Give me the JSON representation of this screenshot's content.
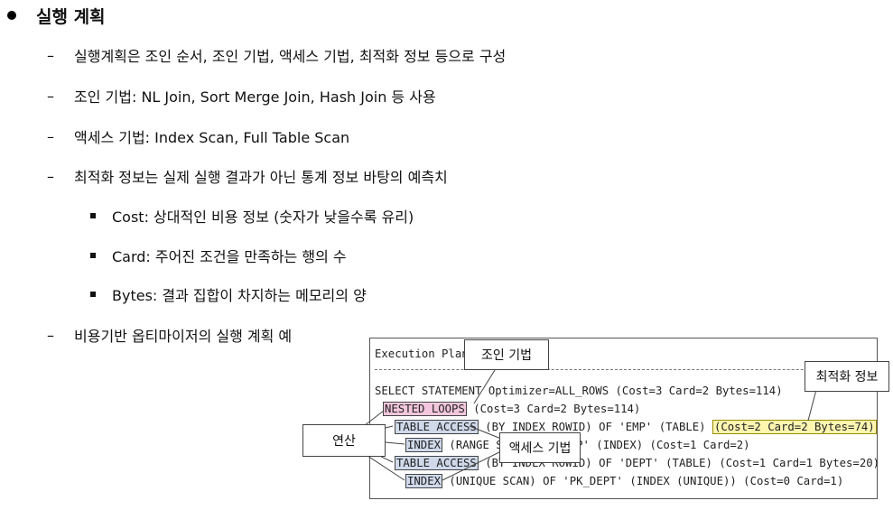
{
  "title": "실행 계획",
  "items": [
    "실행계획은 조인 순서, 조인 기법, 액세스 기법, 최적화 정보 등으로 구성",
    "조인 기법: NL Join, Sort Merge Join, Hash Join 등 사용",
    "액세스 기법: Index Scan, Full Table Scan",
    "최적화 정보는 실제 실행 결과가 아닌 통계 정보 바탕의 예측치"
  ],
  "subitems": [
    "Cost: 상대적인 비용 정보 (숫자가 낮을수록 유리)",
    "Card: 주어진 조건을 만족하는 행의 수",
    "Bytes: 결과 집합이 차지하는 메모리의 양"
  ],
  "example_label": "비용기반 옵티마이저의 실행 계획 예",
  "plan": {
    "header": "Execution Plan",
    "line1": "SELECT STATEMENT Optimizer=ALL_ROWS (Cost=3 Card=2 Bytes=114)",
    "line2_op": "NESTED LOOPS",
    "line2_rest": " (Cost=3 Card=2 Bytes=114)",
    "line3_op": "TABLE ACCESS",
    "line3_mid": " (BY INDEX ROWID) OF 'EMP' (TABLE) ",
    "line3_opt": "(Cost=2 Card=2 Bytes=74)",
    "line4_op": "INDEX",
    "line4_rest": " (RANGE SCAN) OF 'EMP' (INDEX) (Cost=1 Card=2)",
    "line5_op": "TABLE ACCESS",
    "line5_rest": " (BY INDEX ROWID) OF 'DEPT' (TABLE) (Cost=1 Card=1 Bytes=20)",
    "line6_op": "INDEX",
    "line6_rest": " (UNIQUE SCAN) OF 'PK_DEPT' (INDEX (UNIQUE)) (Cost=0 Card=1)"
  },
  "callouts": {
    "join": "조인 기법",
    "optimization": "최적화 정보",
    "operation": "연산",
    "access": "액세스 기법"
  }
}
